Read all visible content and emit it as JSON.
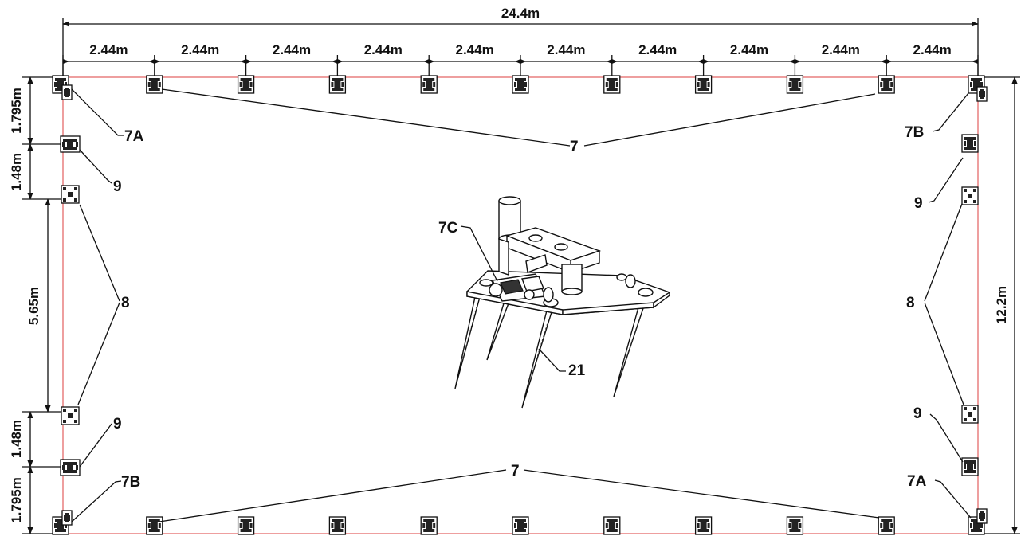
{
  "diagram": {
    "overall": {
      "length": "24.4m",
      "width": "12.2m"
    },
    "top_segments": [
      "2.44m",
      "2.44m",
      "2.44m",
      "2.44m",
      "2.44m",
      "2.44m",
      "2.44m",
      "2.44m",
      "2.44m",
      "2.44m"
    ],
    "left_segments": [
      "1.795m",
      "1.48m",
      "5.65m",
      "1.48m",
      "1.795m"
    ],
    "callouts": {
      "top_7": "7",
      "bottom_7": "7",
      "tl_7A": "7A",
      "tr_7B": "7B",
      "bl_7B": "7B",
      "br_7A": "7A",
      "left_9_top": "9",
      "left_9_bottom": "9",
      "right_9_top": "9",
      "right_9_bottom": "9",
      "left_8": "8",
      "right_8": "8",
      "detail_7C": "7C",
      "detail_21": "21"
    },
    "colors": {
      "outline": "#e05050",
      "ink": "#111111"
    }
  }
}
